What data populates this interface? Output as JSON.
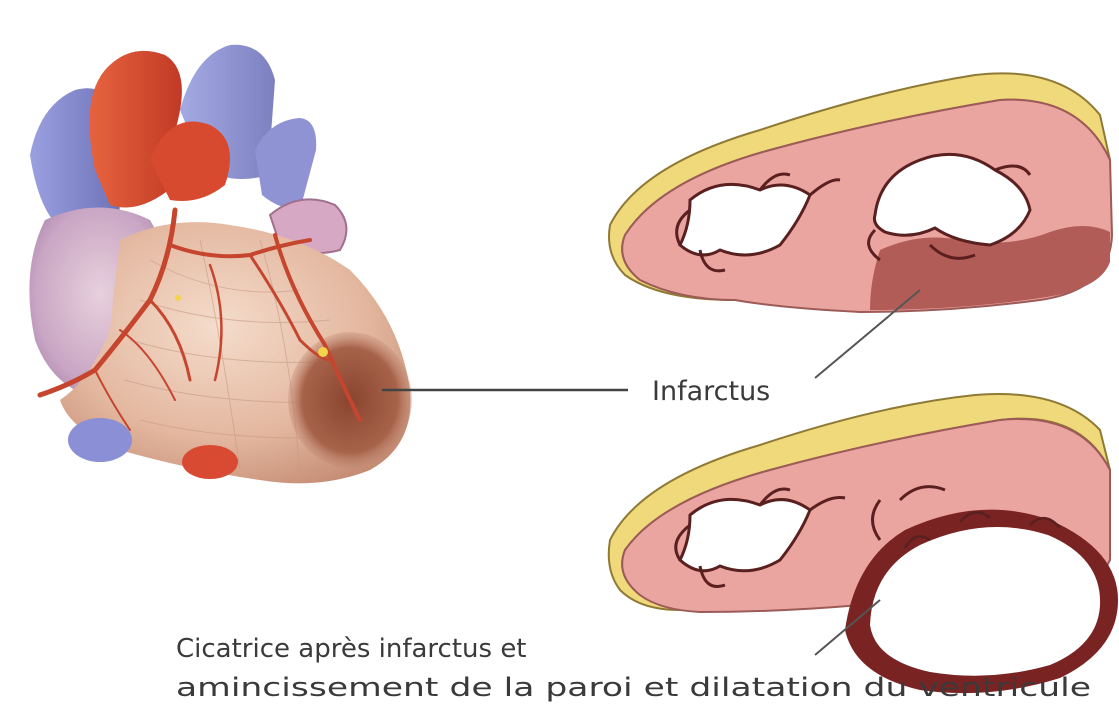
{
  "labels": {
    "infarct": "Infarctus",
    "scar_line1": "Cicatrice après infarctus et",
    "scar_line2": "amincissement de la paroi et dilatation du ventricule"
  },
  "colors": {
    "myocardium_section": "#eba5a0",
    "epicardial_fat": "#f0d97a",
    "infarct_zone": "#b25c58",
    "scar_wall": "#7a2323",
    "heart_surface": "#e3b39c",
    "coronary_artery": "#c6452f",
    "vein_blue": "#7f83c9"
  }
}
